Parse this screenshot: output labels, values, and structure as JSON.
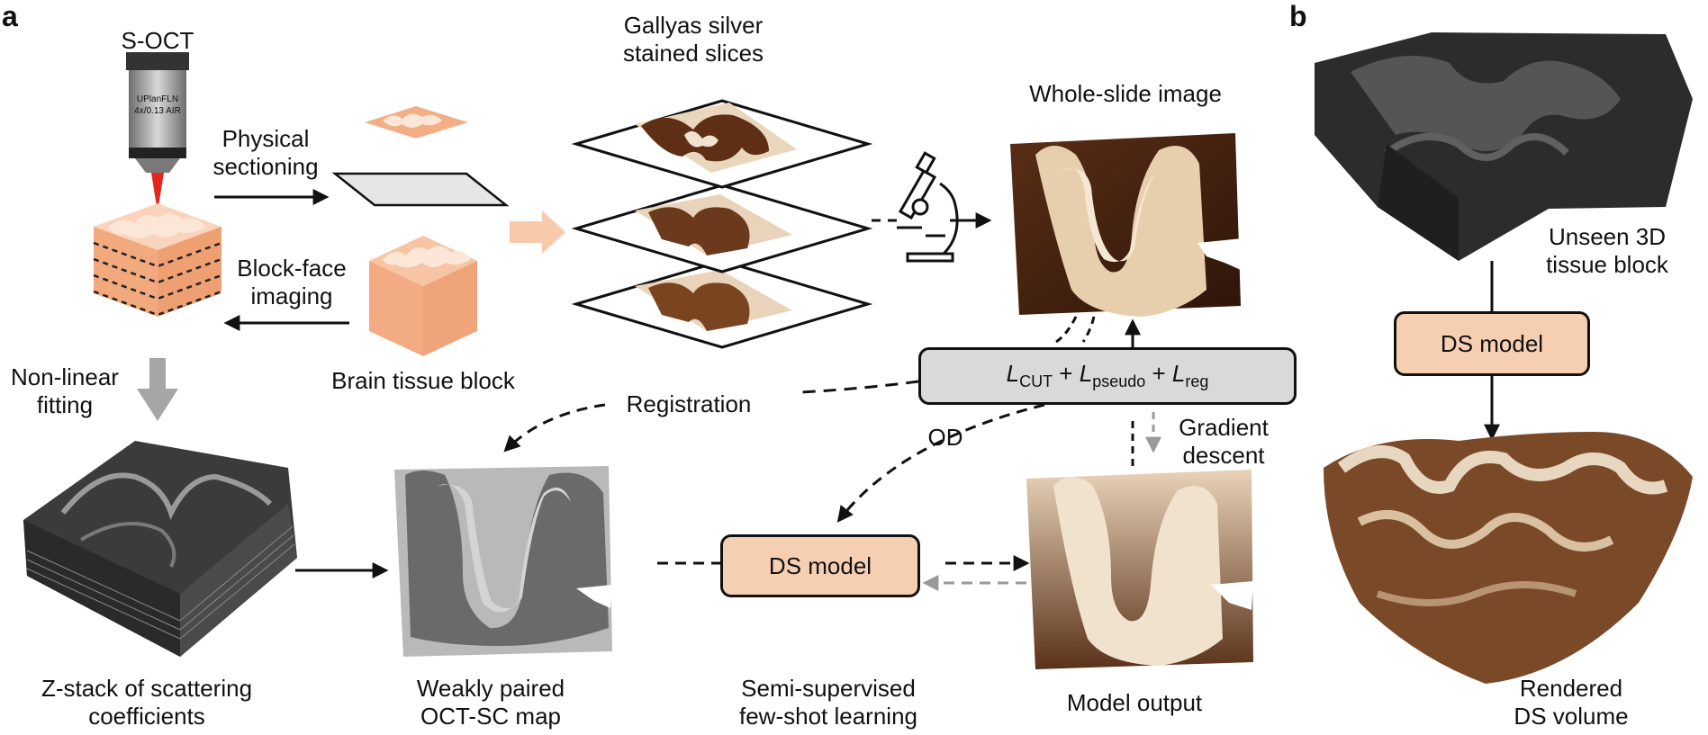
{
  "panels": {
    "a": "a",
    "b": "b"
  },
  "microscope": {
    "name": "S-OCT",
    "lens_line1": "UPlanFLN",
    "lens_line2": "4x/0.13 AIR"
  },
  "labels": {
    "physical_sectioning": [
      "Physical",
      "sectioning"
    ],
    "block_face_imaging": [
      "Block-face",
      "imaging"
    ],
    "brain_tissue_block": "Brain tissue block",
    "gallyas": [
      "Gallyas silver",
      "stained slices"
    ],
    "whole_slide_image": "Whole-slide image",
    "non_linear_fitting": [
      "Non-linear",
      "fitting"
    ],
    "registration": "Registration",
    "od": "OD",
    "gradient_descent": [
      "Gradient",
      "descent"
    ],
    "zstack": [
      "Z-stack of scattering",
      "coefficients"
    ],
    "weakly_paired": [
      "Weakly paired",
      "OCT-SC map"
    ],
    "semi_supervised": [
      "Semi-supervised",
      "few-shot learning"
    ],
    "model_output": "Model output",
    "unseen_block": [
      "Unseen 3D",
      "tissue block"
    ],
    "rendered_volume": [
      "Rendered",
      "DS volume"
    ]
  },
  "ds_model_a": "DS model",
  "ds_model_b": "DS model",
  "loss": {
    "L1": "L",
    "sub1": "CUT",
    "plus1": " + ",
    "L2": "L",
    "sub2": "pseudo",
    "plus2": " + ",
    "L3": "L",
    "sub3": "reg"
  },
  "colors": {
    "ds_box": "#f6cfb2",
    "loss_box": "#d9d9d9",
    "tissue_orange": "#f3ae86",
    "stain_dark": "#4a2612",
    "stain_light": "#ead7bf",
    "oct_gray": "#555555",
    "laser_red": "#e0281e"
  }
}
